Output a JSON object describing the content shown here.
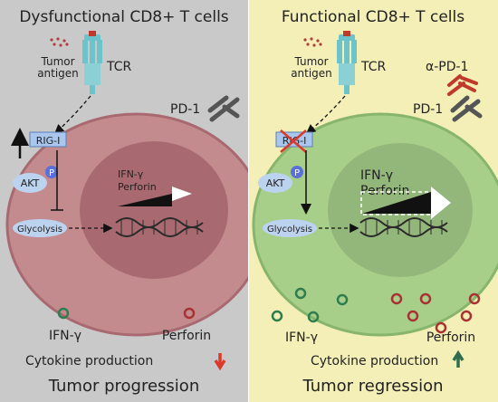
{
  "left_panel": {
    "title": "Dysfunctional CD8+ T cells",
    "tumor_antigen": "Tumor\nantigen",
    "tcr": "TCR",
    "pd1": "PD-1",
    "rig1": "RIG-I",
    "akt": "AKT",
    "p": "P",
    "glycolysis": "Glycolysis",
    "ifng_inside": "IFN-γ",
    "perforin_inside": "Perforin",
    "legend_ifng": "IFN-γ",
    "legend_perforin": "Perforin",
    "cytokine": "Cytokine production",
    "outcome": "Tumor progression",
    "bg_color": "#c9c9c9",
    "cell_color": "#c48b8f",
    "nucleus_color": "#a86a70"
  },
  "right_panel": {
    "title": "Functional CD8+ T cells",
    "tumor_antigen": "Tumor\nantigen",
    "tcr": "TCR",
    "anti_pd1": "α-PD-1",
    "pd1": "PD-1",
    "rig1": "RIG-I",
    "akt": "AKT",
    "p": "P",
    "glycolysis": "Glycolysis",
    "ifng_inside": "IFN-γ",
    "perforin_inside": "Perforin",
    "legend_ifng": "IFN-γ",
    "legend_perforin": "Perforin",
    "cytokine": "Cytokine production",
    "outcome": "Tumor regression",
    "bg_color": "#f3efb6",
    "cell_color": "#a8cf8a",
    "nucleus_color": "#93b77a"
  },
  "colors": {
    "ifng_circle": "#2e7d4f",
    "perforin_circle": "#a83232",
    "down_arrow": "#d93a2b",
    "up_arrow": "#2e6e4e",
    "rig_box": "#a9c7ee",
    "akt_oval": "#bcd3ef",
    "p_circle": "#5b6fd8",
    "antibody": "#c0392b",
    "tcr": "#6cc3c9"
  }
}
